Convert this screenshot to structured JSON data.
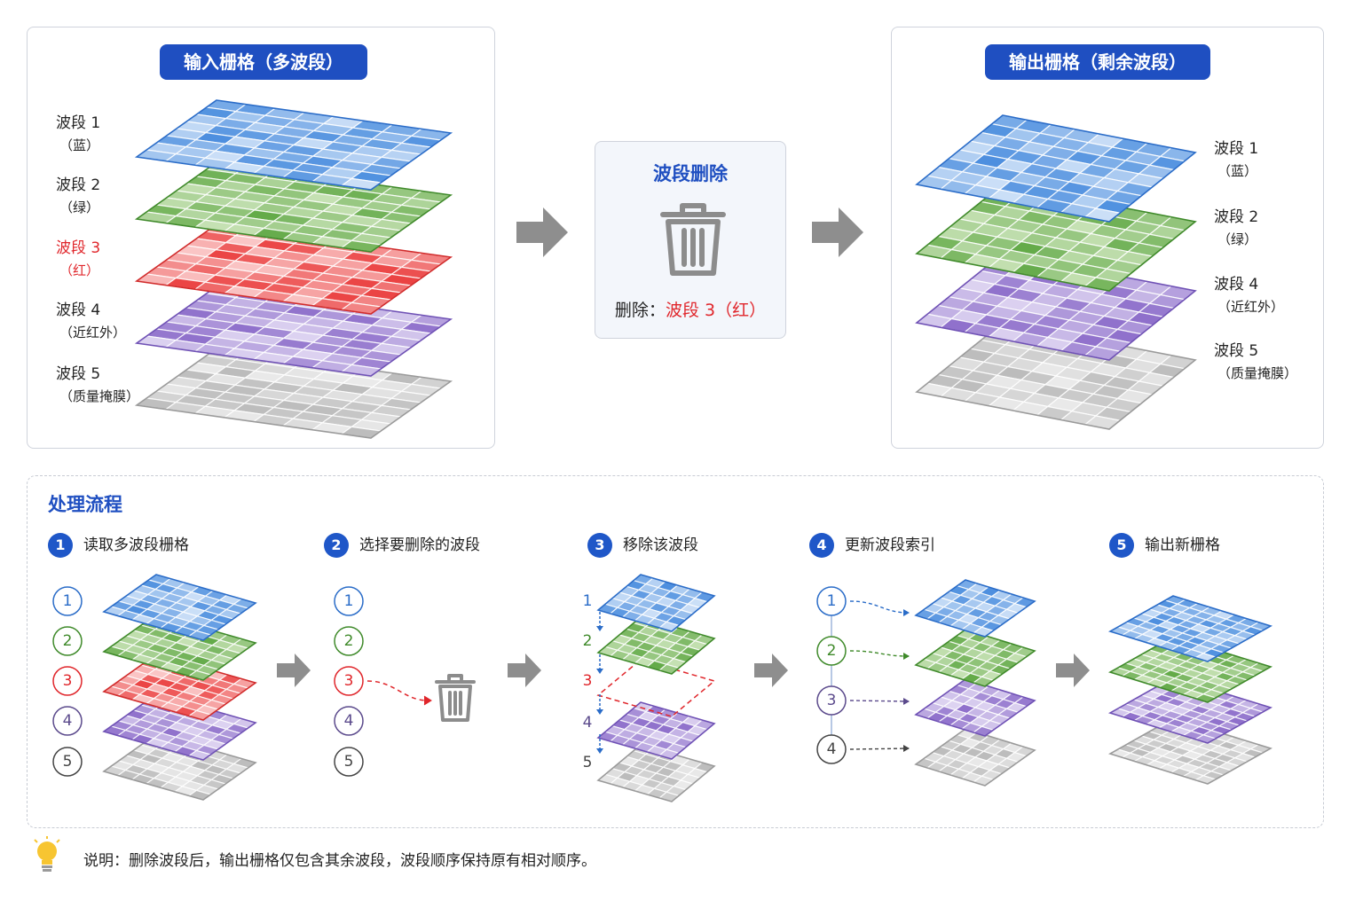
{
  "input_panel": {
    "title": "输入栅格（多波段）",
    "bands": [
      {
        "name": "波段 1",
        "sub": "（蓝）",
        "color": "blue"
      },
      {
        "name": "波段 2",
        "sub": "（绿）",
        "color": "green"
      },
      {
        "name": "波段 3",
        "sub": "（红）",
        "color": "red"
      },
      {
        "name": "波段 4",
        "sub": "（近红外）",
        "color": "purple"
      },
      {
        "name": "波段 5",
        "sub": "（质量掩膜）",
        "color": "gray"
      }
    ]
  },
  "operation": {
    "title": "波段删除",
    "icon": "trash-icon",
    "delete_prefix": "删除：",
    "delete_target": "波段 3（红）"
  },
  "output_panel": {
    "title": "输出栅格（剩余波段）",
    "bands": [
      {
        "name": "波段 1",
        "sub": "（蓝）",
        "color": "blue"
      },
      {
        "name": "波段 2",
        "sub": "（绿）",
        "color": "green"
      },
      {
        "name": "波段 4",
        "sub": "（近红外）",
        "color": "purple"
      },
      {
        "name": "波段 5",
        "sub": "（质量掩膜）",
        "color": "gray"
      }
    ]
  },
  "process": {
    "title": "处理流程",
    "steps": [
      {
        "num": "1",
        "label": "读取多波段栅格"
      },
      {
        "num": "2",
        "label": "选择要删除的波段"
      },
      {
        "num": "3",
        "label": "移除该波段"
      },
      {
        "num": "4",
        "label": "更新波段索引"
      },
      {
        "num": "5",
        "label": "输出新栅格"
      }
    ],
    "step1_indices": [
      "1",
      "2",
      "3",
      "4",
      "5"
    ],
    "step2_indices": [
      "1",
      "2",
      "3",
      "4",
      "5"
    ],
    "step3_indices": [
      "1",
      "2",
      "3",
      "4",
      "5"
    ],
    "step4_indices": [
      "1",
      "2",
      "3",
      "4"
    ]
  },
  "note": {
    "icon": "lightbulb-icon",
    "text": "说明：删除波段后，输出栅格仅包含其余波段，波段顺序保持原有相对顺序。"
  },
  "colors": {
    "accent": "#1f4fc1",
    "highlight_red": "#e0262b",
    "blue": "#3f86dc",
    "green": "#5aa53e",
    "red": "#ea3b3b",
    "purple": "#8a6ac9",
    "gray": "#b9b9b9"
  }
}
